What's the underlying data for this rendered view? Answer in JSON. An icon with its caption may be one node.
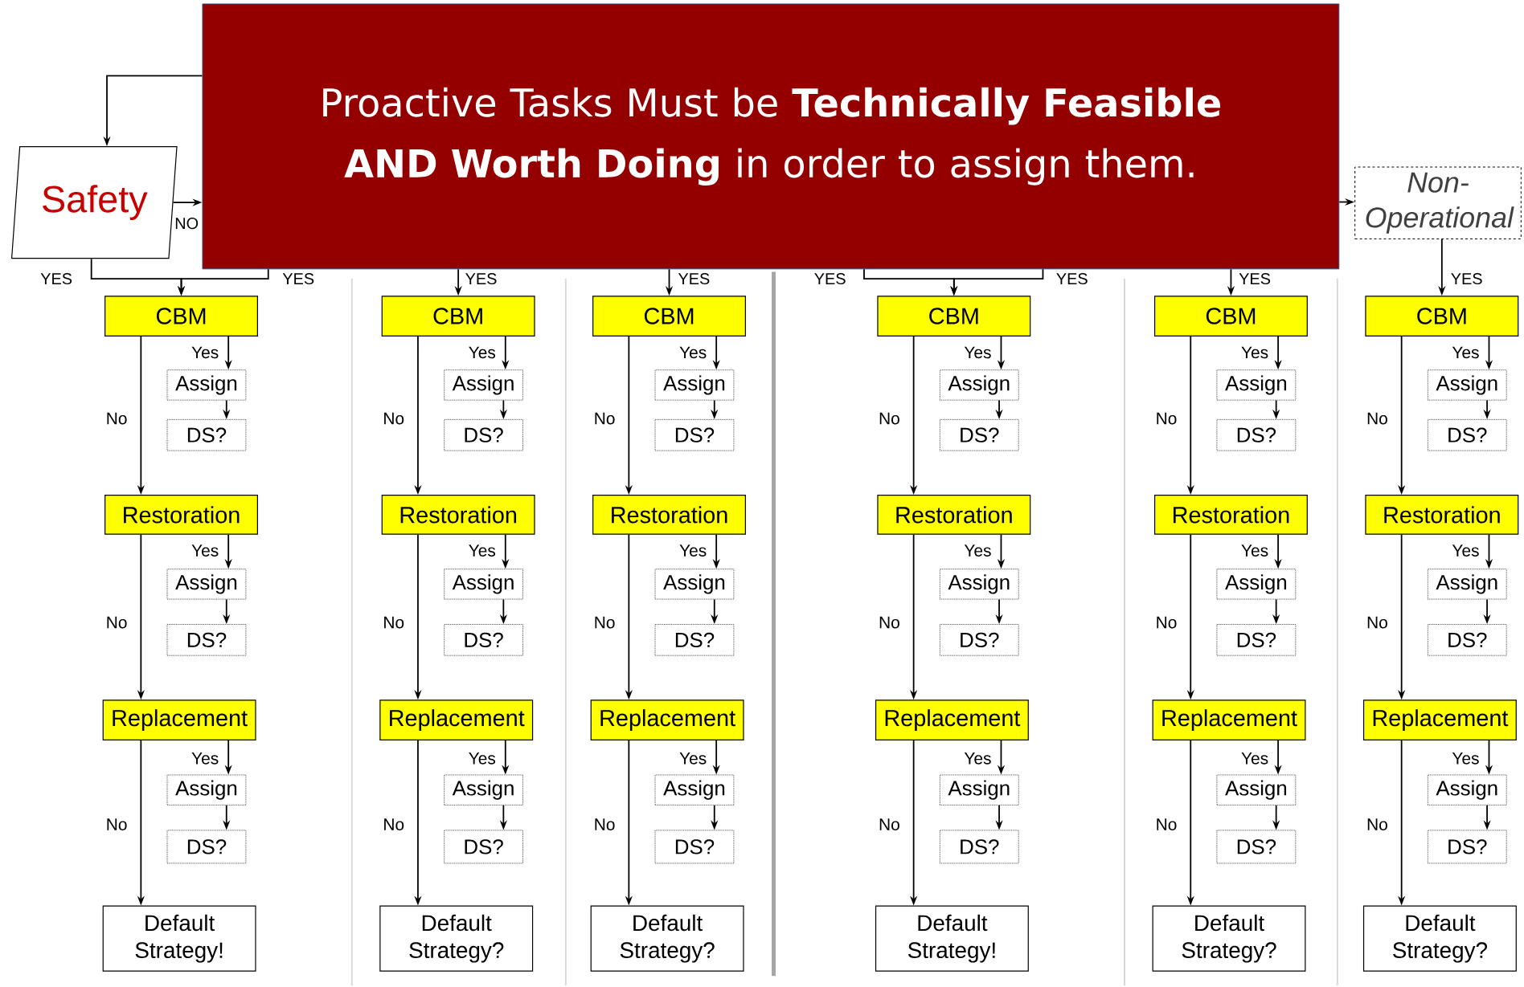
{
  "diagram": {
    "nodes": [
      {
        "text": [
          "Proactive Tasks Must be **Technically Feasible AND Worth Doing** in order to assign them."
        ]
      },
      {
        "text": [
          "Safety"
        ]
      },
      {
        "text": [
          "Non- Operational"
        ]
      },
      {
        "text": [
          "CBM"
        ]
      },
      {
        "text": [
          "Assign"
        ]
      },
      {
        "text": [
          "DS?"
        ]
      },
      {
        "text": [
          "Restoration"
        ]
      },
      {
        "text": [
          "Assign"
        ]
      },
      {
        "text": [
          "DS?"
        ]
      },
      {
        "text": [
          "Replacement"
        ]
      },
      {
        "text": [
          "Assign"
        ]
      },
      {
        "text": [
          "DS?"
        ]
      },
      {
        "text": [
          "Default Strategy!"
        ]
      },
      {
        "text": [
          "CBM"
        ]
      },
      {
        "text": [
          "Assign"
        ]
      },
      {
        "text": [
          "DS?"
        ]
      },
      {
        "text": [
          "Restoration"
        ]
      },
      {
        "text": [
          "Assign"
        ]
      },
      {
        "text": [
          "DS?"
        ]
      },
      {
        "text": [
          "Replacement"
        ]
      },
      {
        "text": [
          "Assign"
        ]
      },
      {
        "text": [
          "DS?"
        ]
      },
      {
        "text": [
          "Default Strategy?"
        ]
      },
      {
        "text": [
          "CBM"
        ]
      },
      {
        "text": [
          "Assign"
        ]
      },
      {
        "text": [
          "DS?"
        ]
      },
      {
        "text": [
          "Restoration"
        ]
      },
      {
        "text": [
          "Assign"
        ]
      },
      {
        "text": [
          "DS?"
        ]
      },
      {
        "text": [
          "Replacement"
        ]
      },
      {
        "text": [
          "Assign"
        ]
      },
      {
        "text": [
          "DS?"
        ]
      },
      {
        "text": [
          "Default Strategy?"
        ]
      },
      {
        "text": [
          "CBM"
        ]
      },
      {
        "text": [
          "Assign"
        ]
      },
      {
        "text": [
          "DS?"
        ]
      },
      {
        "text": [
          "Restoration"
        ]
      },
      {
        "text": [
          "Assign"
        ]
      },
      {
        "text": [
          "DS?"
        ]
      },
      {
        "text": [
          "Replacement"
        ]
      },
      {
        "text": [
          "Assign"
        ]
      },
      {
        "text": [
          "DS?"
        ]
      },
      {
        "text": [
          "Default Strategy!"
        ]
      },
      {
        "text": [
          "CBM"
        ]
      },
      {
        "text": [
          "Assign"
        ]
      },
      {
        "text": [
          "DS?"
        ]
      },
      {
        "text": [
          "Restoration"
        ]
      },
      {
        "text": [
          "Assign"
        ]
      },
      {
        "text": [
          "DS?"
        ]
      },
      {
        "text": [
          "Replacement"
        ]
      },
      {
        "text": [
          "Assign"
        ]
      },
      {
        "text": [
          "DS?"
        ]
      },
      {
        "text": [
          "Default Strategy?"
        ]
      },
      {
        "text": [
          "CBM"
        ]
      },
      {
        "text": [
          "Assign"
        ]
      },
      {
        "text": [
          "DS?"
        ]
      },
      {
        "text": [
          "Restoration"
        ]
      },
      {
        "text": [
          "Assign"
        ]
      },
      {
        "text": [
          "DS?"
        ]
      },
      {
        "text": [
          "Replacement"
        ]
      },
      {
        "text": [
          "Assign"
        ]
      },
      {
        "text": [
          "DS?"
        ]
      },
      {
        "text": [
          "Default Strategy?"
        ]
      }
    ],
    "edges": [
      {
        "from": 0,
        "to": 1,
        "arrow": "to"
      },
      {
        "from": 1,
        "to": 0,
        "arrow": "to",
        "label": "NO"
      },
      {
        "from": 1,
        "to": 3,
        "arrow": "to",
        "label": "YES"
      },
      {
        "from": 0,
        "to": 3,
        "arrow": "to",
        "label": "YES"
      },
      {
        "from": 0,
        "to": 13,
        "arrow": "to",
        "label": "YES"
      },
      {
        "from": 0,
        "to": 23,
        "arrow": "to",
        "label": "YES"
      },
      {
        "from": 0,
        "to": 33,
        "arrow": "to",
        "label": "YES"
      },
      {
        "from": 0,
        "to": 33,
        "arrow": "to",
        "label": "YES"
      },
      {
        "from": 0,
        "to": 43,
        "arrow": "to",
        "label": "YES"
      },
      {
        "from": 2,
        "to": 53,
        "arrow": "to",
        "label": "YES"
      },
      {
        "from": 0,
        "to": 2,
        "arrow": "to"
      },
      {
        "from": 3,
        "to": 4,
        "arrow": "to",
        "label": "Yes"
      },
      {
        "from": 4,
        "to": 5,
        "arrow": "to"
      },
      {
        "from": 3,
        "to": 6,
        "arrow": "to",
        "label": "No"
      },
      {
        "from": 6,
        "to": 7,
        "arrow": "to",
        "label": "Yes"
      },
      {
        "from": 7,
        "to": 8,
        "arrow": "to"
      },
      {
        "from": 6,
        "to": 9,
        "arrow": "to",
        "label": "No"
      },
      {
        "from": 9,
        "to": 10,
        "arrow": "to",
        "label": "Yes"
      },
      {
        "from": 10,
        "to": 11,
        "arrow": "to"
      },
      {
        "from": 9,
        "to": 12,
        "arrow": "to",
        "label": "No"
      },
      {
        "from": 13,
        "to": 14,
        "arrow": "to",
        "label": "Yes"
      },
      {
        "from": 14,
        "to": 15,
        "arrow": "to"
      },
      {
        "from": 13,
        "to": 16,
        "arrow": "to",
        "label": "No"
      },
      {
        "from": 16,
        "to": 17,
        "arrow": "to",
        "label": "Yes"
      },
      {
        "from": 17,
        "to": 18,
        "arrow": "to"
      },
      {
        "from": 16,
        "to": 19,
        "arrow": "to",
        "label": "No"
      },
      {
        "from": 19,
        "to": 20,
        "arrow": "to",
        "label": "Yes"
      },
      {
        "from": 20,
        "to": 21,
        "arrow": "to"
      },
      {
        "from": 19,
        "to": 22,
        "arrow": "to",
        "label": "No"
      },
      {
        "from": 23,
        "to": 24,
        "arrow": "to",
        "label": "Yes"
      },
      {
        "from": 24,
        "to": 25,
        "arrow": "to"
      },
      {
        "from": 23,
        "to": 26,
        "arrow": "to",
        "label": "No"
      },
      {
        "from": 26,
        "to": 27,
        "arrow": "to",
        "label": "Yes"
      },
      {
        "from": 27,
        "to": 28,
        "arrow": "to"
      },
      {
        "from": 26,
        "to": 29,
        "arrow": "to",
        "label": "No"
      },
      {
        "from": 29,
        "to": 30,
        "arrow": "to",
        "label": "Yes"
      },
      {
        "from": 30,
        "to": 31,
        "arrow": "to"
      },
      {
        "from": 29,
        "to": 32,
        "arrow": "to",
        "label": "No"
      },
      {
        "from": 33,
        "to": 34,
        "arrow": "to",
        "label": "Yes"
      },
      {
        "from": 34,
        "to": 35,
        "arrow": "to"
      },
      {
        "from": 33,
        "to": 36,
        "arrow": "to",
        "label": "No"
      },
      {
        "from": 36,
        "to": 37,
        "arrow": "to",
        "label": "Yes"
      },
      {
        "from": 37,
        "to": 38,
        "arrow": "to"
      },
      {
        "from": 36,
        "to": 39,
        "arrow": "to",
        "label": "No"
      },
      {
        "from": 39,
        "to": 40,
        "arrow": "to",
        "label": "Yes"
      },
      {
        "from": 40,
        "to": 41,
        "arrow": "to"
      },
      {
        "from": 39,
        "to": 42,
        "arrow": "to",
        "label": "No"
      },
      {
        "from": 43,
        "to": 44,
        "arrow": "to",
        "label": "Yes"
      },
      {
        "from": 44,
        "to": 45,
        "arrow": "to"
      },
      {
        "from": 43,
        "to": 46,
        "arrow": "to",
        "label": "No"
      },
      {
        "from": 46,
        "to": 47,
        "arrow": "to",
        "label": "Yes"
      },
      {
        "from": 47,
        "to": 48,
        "arrow": "to"
      },
      {
        "from": 46,
        "to": 49,
        "arrow": "to",
        "label": "No"
      },
      {
        "from": 49,
        "to": 50,
        "arrow": "to",
        "label": "Yes"
      },
      {
        "from": 50,
        "to": 51,
        "arrow": "to"
      },
      {
        "from": 49,
        "to": 52,
        "arrow": "to",
        "label": "No"
      },
      {
        "from": 53,
        "to": 54,
        "arrow": "to",
        "label": "Yes"
      },
      {
        "from": 54,
        "to": 55,
        "arrow": "to"
      },
      {
        "from": 53,
        "to": 56,
        "arrow": "to",
        "label": "No"
      },
      {
        "from": 56,
        "to": 57,
        "arrow": "to",
        "label": "Yes"
      },
      {
        "from": 57,
        "to": 58,
        "arrow": "to"
      },
      {
        "from": 56,
        "to": 59,
        "arrow": "to",
        "label": "No"
      },
      {
        "from": 59,
        "to": 60,
        "arrow": "to",
        "label": "Yes"
      },
      {
        "from": 60,
        "to": 61,
        "arrow": "to"
      },
      {
        "from": 59,
        "to": 62,
        "arrow": "to",
        "label": "No"
      }
    ]
  }
}
